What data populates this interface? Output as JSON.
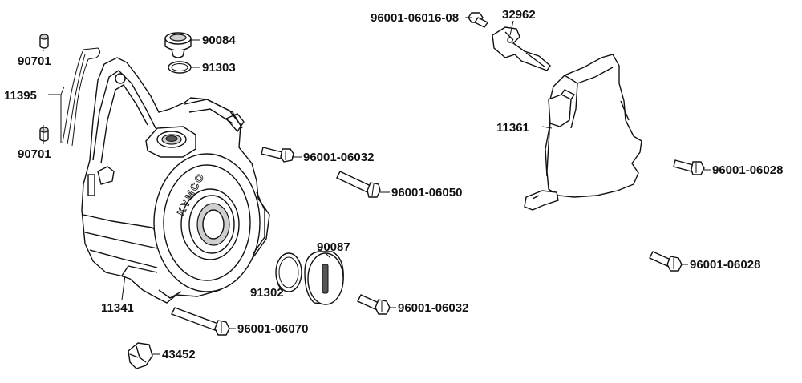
{
  "diagram": {
    "brand_mark": "KYMCO",
    "part_numbers": {
      "p90701_top": "90701",
      "p11395": "11395",
      "p90701_bottom": "90701",
      "p90084": "90084",
      "p91303": "91303",
      "p96001_06016_08": "96001-06016-08",
      "p32962": "32962",
      "p11361": "11361",
      "p96001_06032_upper": "96001-06032",
      "p96001_06050": "96001-06050",
      "p96001_06028_upper": "96001-06028",
      "p90087": "90087",
      "p96001_06028_lower": "96001-06028",
      "p91302": "91302",
      "p11341": "11341",
      "p96001_06032_lower": "96001-06032",
      "p96001_06070": "96001-06070",
      "p43452": "43452"
    }
  }
}
